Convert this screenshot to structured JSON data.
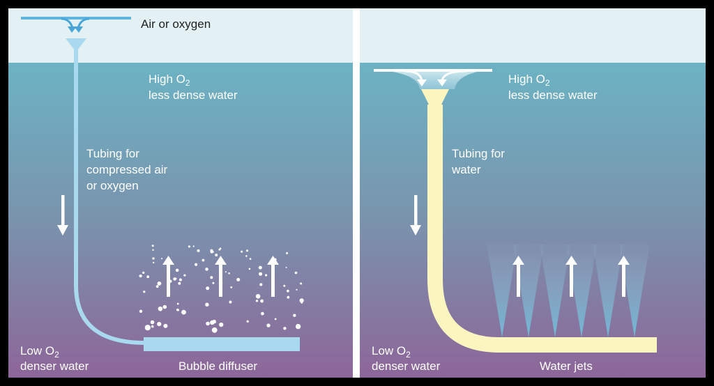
{
  "left_panel": {
    "gas_label": "Air or oxygen",
    "high_o2_line1_pre": "High O",
    "high_o2_sub": "2",
    "high_o2_line2": "less dense water",
    "tubing_line1": "Tubing for",
    "tubing_line2": "compressed air",
    "tubing_line3": "or oxygen",
    "low_o2_line1_pre": "Low O",
    "low_o2_sub": "2",
    "low_o2_line2": "denser water",
    "device_label": "Bubble diffuser"
  },
  "right_panel": {
    "high_o2_line1_pre": "High O",
    "high_o2_sub": "2",
    "high_o2_line2": "less dense water",
    "tubing_line1": "Tubing for",
    "tubing_line2": "water",
    "low_o2_line1_pre": "Low O",
    "low_o2_sub": "2",
    "low_o2_line2": "denser water",
    "device_label": "Water jets"
  },
  "colors": {
    "sky": "#e4f1f4",
    "water_top": "#6cb3c4",
    "water_bottom": "#8a6699",
    "air_tube": "#a8d9ee",
    "water_tube": "#fbf5c0",
    "frame": "#000000",
    "divider": "#ffffff"
  }
}
